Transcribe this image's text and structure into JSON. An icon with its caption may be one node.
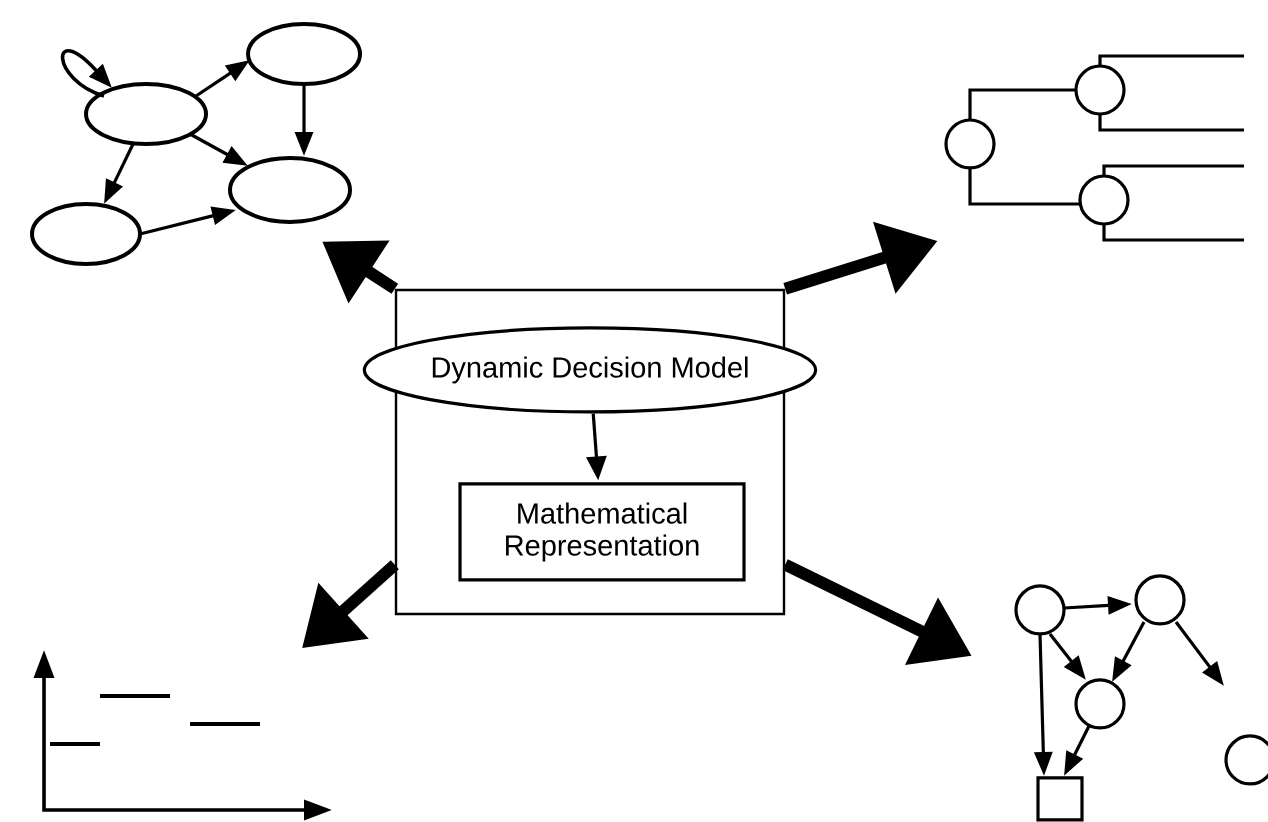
{
  "diagram": {
    "nodes": [
      {
        "text": [],
        "shape": "box"
      },
      {
        "text": [
          "Dynamic Decision Model"
        ],
        "in": 0
      },
      {
        "text": [
          "Mathematical Representation"
        ],
        "in": 0
      },
      {
        "text": [],
        "shape": "picture"
      },
      {
        "text": [],
        "shape": "picture"
      },
      {
        "text": [],
        "shape": "picture"
      },
      {
        "text": [],
        "shape": "picture"
      }
    ],
    "edges": [
      {
        "from": 1,
        "to": 2,
        "arrow": "to"
      },
      {
        "from": 0,
        "to": 3,
        "arrow": "to"
      },
      {
        "from": 0,
        "to": 4,
        "arrow": "to"
      },
      {
        "from": 0,
        "to": 5,
        "arrow": "to"
      },
      {
        "from": 0,
        "to": 6,
        "arrow": "to"
      }
    ]
  }
}
